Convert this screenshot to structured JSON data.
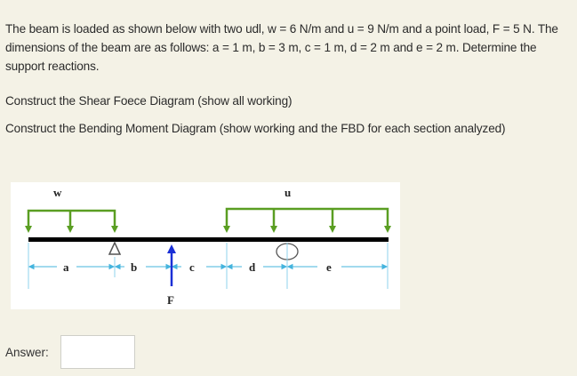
{
  "question": {
    "paragraphs": [
      "The beam is loaded as shown below with two udl, w = 6 N/m and u = 9 N/m and a point load, F = 5 N. The dimensions of the beam are as follows: a = 1 m, b = 3 m, c = 1 m, d = 2 m and e = 2 m. Determine the support reactions.",
      "Construct the Shear Foece Diagram (show all working)",
      "Construct the Bending Moment Diagram (show working and the FBD for each section analyzed)"
    ]
  },
  "figure": {
    "labels": {
      "udl_left": "w",
      "udl_right": "u",
      "dim_a": "a",
      "dim_b": "b",
      "dim_c": "c",
      "dim_d": "d",
      "dim_e": "e",
      "point_load": "F"
    },
    "values": {
      "w": "6 N/m",
      "u": "9 N/m",
      "F": "5 N",
      "a": "1 m",
      "b": "3 m",
      "c": "1 m",
      "d": "2 m",
      "e": "2 m"
    },
    "supports": [
      "pin-support",
      "roller-support"
    ],
    "colors": {
      "udl": "#5a9e22",
      "beam": "#000000",
      "dimension": "#45b4de",
      "point_load": "#1a2fd6",
      "support": "#555555"
    }
  },
  "answer": {
    "label": "Answer:",
    "value": "",
    "placeholder": ""
  }
}
